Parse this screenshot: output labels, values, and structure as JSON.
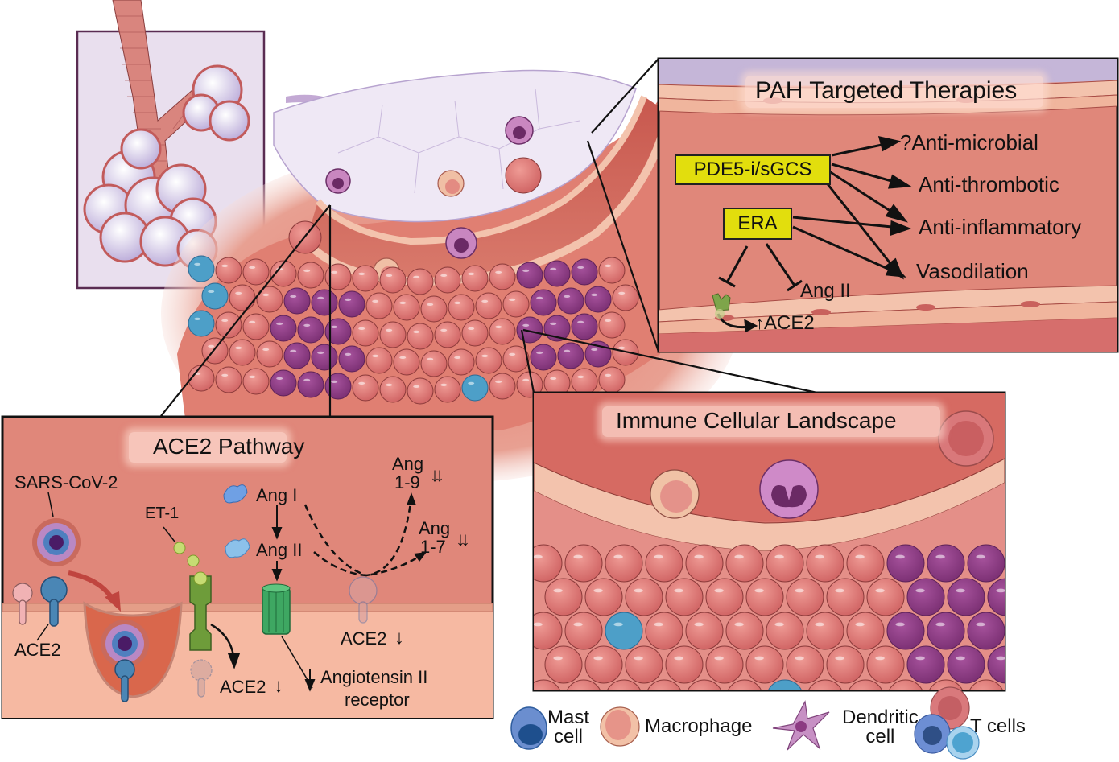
{
  "figure": {
    "description": "COVID-19 and pulmonary arterial hypertension: lung, vessel and immune cell illustration"
  },
  "pah_panel": {
    "title": "PAH Targeted Therapies",
    "drugs": [
      {
        "label": "PDE5-i/sGCS"
      },
      {
        "label": "ERA"
      }
    ],
    "effects": [
      {
        "label": "?Anti-microbial"
      },
      {
        "label": "Anti-thrombotic"
      },
      {
        "label": "Anti-inflammatory"
      },
      {
        "label": "Vasodilation"
      }
    ],
    "inhibits": [
      {
        "label": "Ang II"
      }
    ],
    "ace2_label": "ACE2",
    "ace2_direction": "up",
    "edges": [
      {
        "from": "PDE5-i/sGCS",
        "to": "?Anti-microbial",
        "type": "activates"
      },
      {
        "from": "PDE5-i/sGCS",
        "to": "Anti-thrombotic",
        "type": "activates"
      },
      {
        "from": "PDE5-i/sGCS",
        "to": "Anti-inflammatory",
        "type": "activates"
      },
      {
        "from": "PDE5-i/sGCS",
        "to": "Vasodilation",
        "type": "activates"
      },
      {
        "from": "ERA",
        "to": "Anti-inflammatory",
        "type": "activates"
      },
      {
        "from": "ERA",
        "to": "Vasodilation",
        "type": "activates"
      },
      {
        "from": "ERA",
        "to": "Ang II",
        "type": "inhibits"
      },
      {
        "from": "ERA",
        "to": "ET receptor",
        "type": "inhibits"
      },
      {
        "from": "ET receptor",
        "to": "ACE2",
        "type": "increases"
      }
    ]
  },
  "ace2_panel": {
    "title": "ACE2 Pathway",
    "virus_label": "SARS-CoV-2",
    "ace2_label": "ACE2",
    "et1_label": "ET-1",
    "ang1_label": "Ang I",
    "ang2_label": "Ang II",
    "ang19_line1": "Ang",
    "ang19_line2": "1-9",
    "ang17_line1": "Ang",
    "ang17_line2": "1-7",
    "double_down_arrow": "↓↓",
    "down_arrow": "↓",
    "ace2_down_1": "ACE2",
    "ace2_down_2": "ACE2",
    "receptor_line1": "Angiotensin II",
    "receptor_line2": "receptor"
  },
  "immune_panel": {
    "title": "Immune Cellular Landscape"
  },
  "legend": {
    "items": [
      {
        "label_line1": "Mast",
        "label_line2": "cell",
        "color": "#2f5d9e"
      },
      {
        "label_line1": "Macrophage",
        "label_line2": "",
        "color": "#e9a08f"
      },
      {
        "label_line1": "Dendritic",
        "label_line2": "cell",
        "color": "#b77fb5"
      },
      {
        "label_line1": "T cells",
        "label_line2": "",
        "color": "#d86b6b"
      }
    ]
  },
  "colors": {
    "panel_bg": "#e0877a",
    "panel_lower": "#f6b9a2",
    "tissue_cell": "#dd7775",
    "purple_cell": "#8c3a82",
    "blue_cell": "#4d9fc8",
    "alveolus": "#e8e0f2",
    "accent_yellow": "#e2de0d"
  }
}
